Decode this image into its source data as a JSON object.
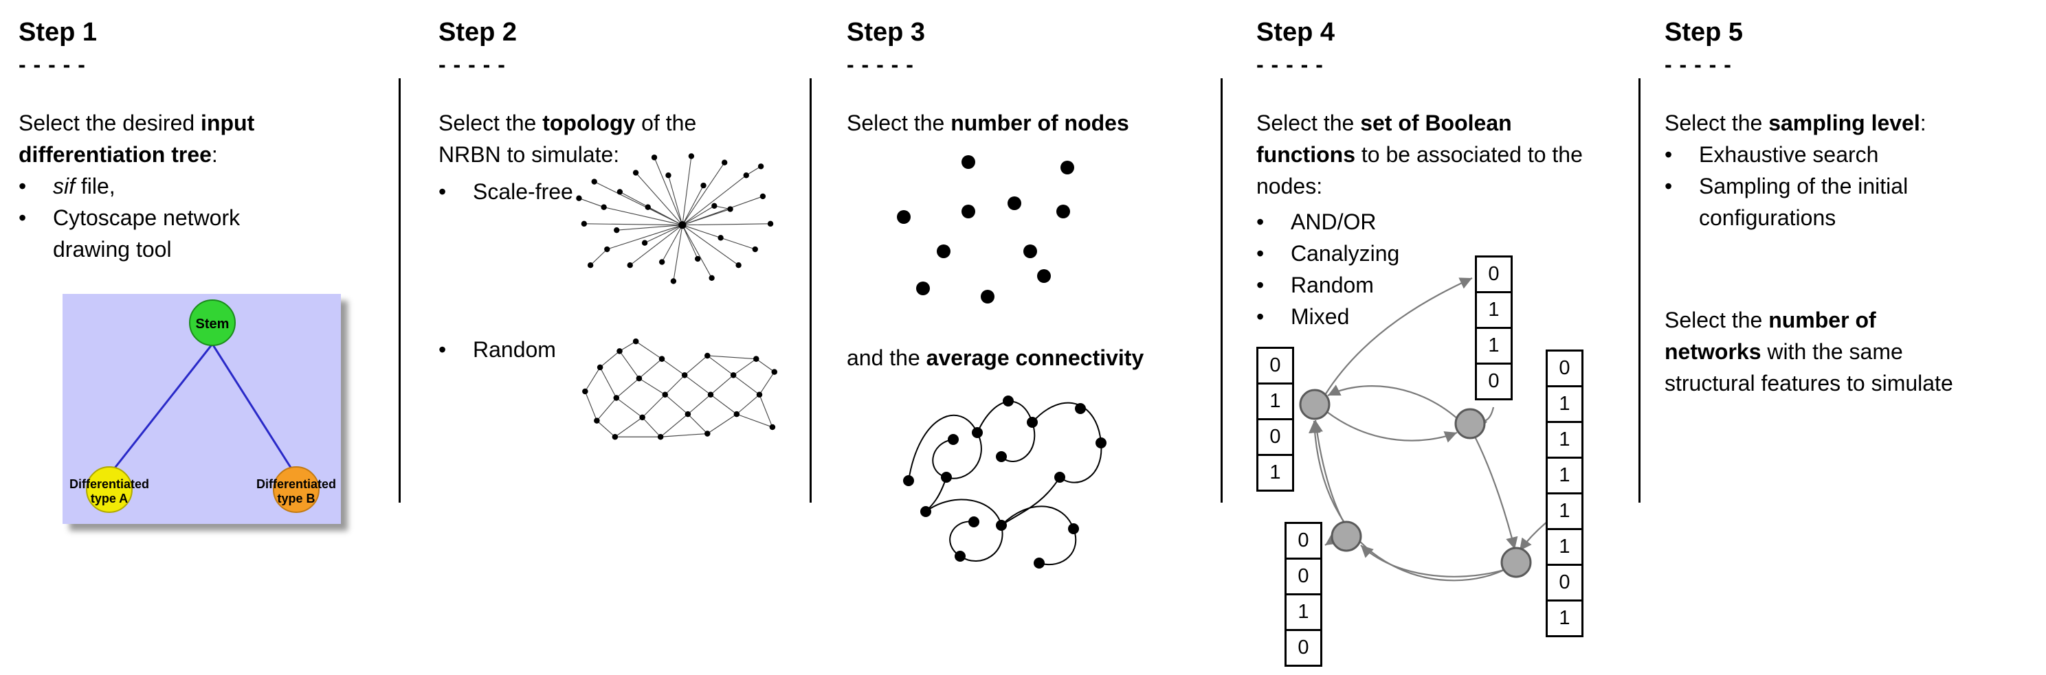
{
  "figure": {
    "bullet": "•",
    "steps": [
      {
        "title": "Step 1",
        "dashes": "- - - - -",
        "intro": {
          "pre": "Select the desired ",
          "bold": "input differentiation tree",
          "post": ":"
        },
        "bullets": {
          "b1_italic": "sif",
          "b1_rest": " file,",
          "b2": "Cytoscape network drawing tool"
        },
        "tree": {
          "stem": "Stem",
          "type_a_line1": "Differentiated",
          "type_a_line2": "type A",
          "type_b_line1": "Differentiated",
          "type_b_line2": "type B",
          "colors": {
            "background": "#c9c9fb",
            "stem": "#33d433",
            "type_a": "#f2ea05",
            "type_b": "#f59d25",
            "edge": "#2929c8"
          }
        }
      },
      {
        "title": "Step 2",
        "dashes": "- - - - -",
        "intro": {
          "pre": "Select the ",
          "bold": "topology",
          "post": " of the NRBN to simulate:"
        },
        "bullets": {
          "b1": "Scale-free",
          "b2": "Random"
        }
      },
      {
        "title": "Step 3",
        "dashes": "- - - - -",
        "p1": {
          "pre": "Select the ",
          "bold": "number of nodes",
          "post": ""
        },
        "p2": {
          "pre": "and the ",
          "bold": "average connectivity",
          "post": ""
        }
      },
      {
        "title": "Step 4",
        "dashes": "- - - - -",
        "intro": {
          "pre": "Select the ",
          "bold": "set of Boolean functions",
          "post": " to be associated to the nodes:"
        },
        "bullets": [
          "AND/OR",
          "Canalyzing",
          "Random",
          "Mixed"
        ],
        "truth_tables": {
          "top": [
            "0",
            "1",
            "1",
            "0"
          ],
          "left": [
            "0",
            "1",
            "0",
            "1"
          ],
          "bottom_left": [
            "0",
            "0",
            "1",
            "0"
          ],
          "right": [
            "0",
            "1",
            "1",
            "1",
            "1",
            "1",
            "0",
            "1"
          ]
        }
      },
      {
        "title": "Step 5",
        "dashes": "- - - - -",
        "p1": {
          "pre": "Select the ",
          "bold": "sampling level",
          "post": ":"
        },
        "bullets": [
          "Exhaustive search",
          "Sampling of the initial configurations"
        ],
        "p2": {
          "line1_pre": "Select the ",
          "line1_bold": "number of",
          "line2_bold": "networks",
          "line2_rest": " with the same",
          "line3": "structural features to simulate"
        }
      }
    ]
  }
}
